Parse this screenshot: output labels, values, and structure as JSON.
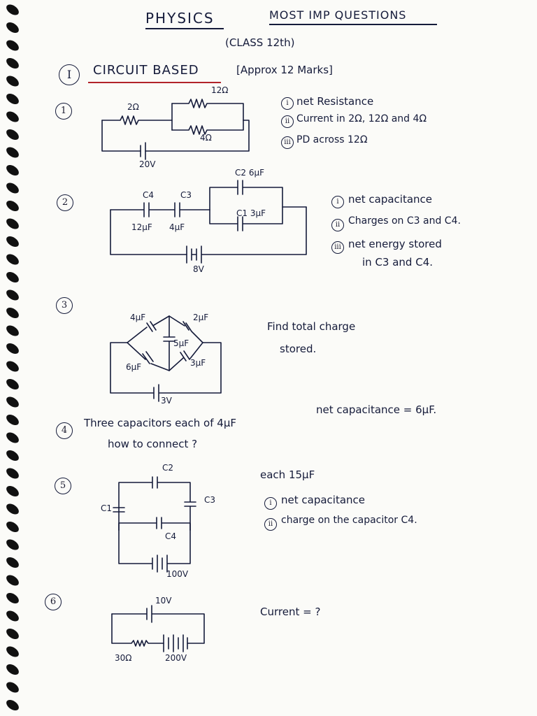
{
  "header": {
    "subject": "PHYSICS",
    "heading": "MOST IMP QUESTIONS",
    "class": "(CLASS 12th)"
  },
  "section": {
    "number": "I",
    "title": "CIRCUIT BASED",
    "marks": "[Approx 12 Marks]"
  },
  "questions": [
    {
      "num": "1",
      "labels": [
        "2Ω",
        "12Ω",
        "4Ω",
        "20V"
      ],
      "parts": [
        {
          "roman": "i",
          "text": "net Resistance"
        },
        {
          "roman": "ii",
          "text": "Current in 2Ω, 12Ω and 4Ω"
        },
        {
          "roman": "iii",
          "text": "PD across 12Ω"
        }
      ]
    },
    {
      "num": "2",
      "labels": [
        "C2 6μF",
        "C4",
        "C3",
        "C1 3μF",
        "12μF",
        "4μF",
        "8V"
      ],
      "parts": [
        {
          "roman": "i",
          "text": "net capacitance"
        },
        {
          "roman": "ii",
          "text": "Charges on C3 and C4."
        },
        {
          "roman": "iii",
          "text": "net energy stored"
        },
        {
          "roman": "",
          "text": "in C3 and C4."
        }
      ]
    },
    {
      "num": "3",
      "labels": [
        "4μF",
        "2μF",
        "5μF",
        "6μF",
        "3μF",
        "3V"
      ],
      "text1": "Find total charge",
      "text2": "stored."
    },
    {
      "num": "4",
      "text1": "Three capacitors each of 4μF",
      "text2": "net capacitance = 6μF.",
      "text3": "how to connect ?"
    },
    {
      "num": "5",
      "labels": [
        "C2",
        "C1",
        "C3",
        "C4",
        "100V"
      ],
      "note": "each 15μF",
      "parts": [
        {
          "roman": "i",
          "text": "net capacitance"
        },
        {
          "roman": "ii",
          "text": "charge on the capacitor C4."
        }
      ]
    },
    {
      "num": "6",
      "labels": [
        "10V",
        "30Ω",
        "200V"
      ],
      "text1": "Current = ?"
    }
  ]
}
